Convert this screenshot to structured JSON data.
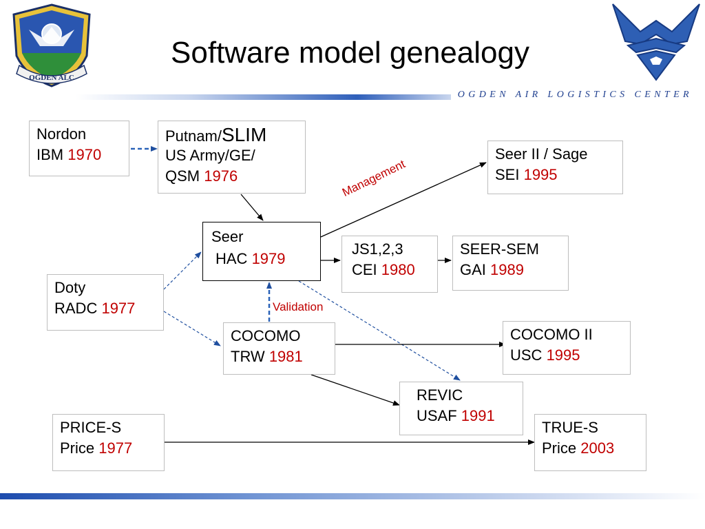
{
  "slide": {
    "title": "Software model genealogy",
    "subtitle": "OGDEN AIR LOGISTICS CENTER",
    "left_logo_text": "OGDEN ALC",
    "accent_color": "#1f3f8f",
    "year_color": "#c00000"
  },
  "nodes": {
    "nordon": {
      "line1": "Nordon",
      "line2_name": "IBM ",
      "year": "1970"
    },
    "putnam": {
      "line1_a": "Putnam/",
      "line1_b": "SLIM",
      "line2": "US Army/GE/",
      "line3_name": "QSM ",
      "year": "1976"
    },
    "seer2": {
      "line1": "Seer II / Sage",
      "line2_name": "SEI ",
      "year": "1995"
    },
    "seer": {
      "line1": "Seer",
      "line2_name": "HAC ",
      "year": "1979"
    },
    "js": {
      "line1": "JS1,2,3",
      "line2_name": "CEI ",
      "year": "1980"
    },
    "seersem": {
      "line1": "SEER-SEM",
      "line2_name": "GAI ",
      "year": "1989"
    },
    "doty": {
      "line1": "Doty",
      "line2_name": "RADC ",
      "year": "1977"
    },
    "cocomo": {
      "line1": "COCOMO",
      "line2_name": "TRW ",
      "year": "1981"
    },
    "cocomo2": {
      "line1": "COCOMO II",
      "line2_name": "USC ",
      "year": "1995"
    },
    "revic": {
      "line1": "REVIC",
      "line2_name": "USAF ",
      "year": "1991"
    },
    "prices": {
      "line1": "PRICE-S",
      "line2_name": "Price ",
      "year": "1977"
    },
    "trues": {
      "line1": "TRUE-S",
      "line2_name": "Price ",
      "year": "2003"
    }
  },
  "edge_labels": {
    "management": "Management",
    "validation": "Validation"
  }
}
